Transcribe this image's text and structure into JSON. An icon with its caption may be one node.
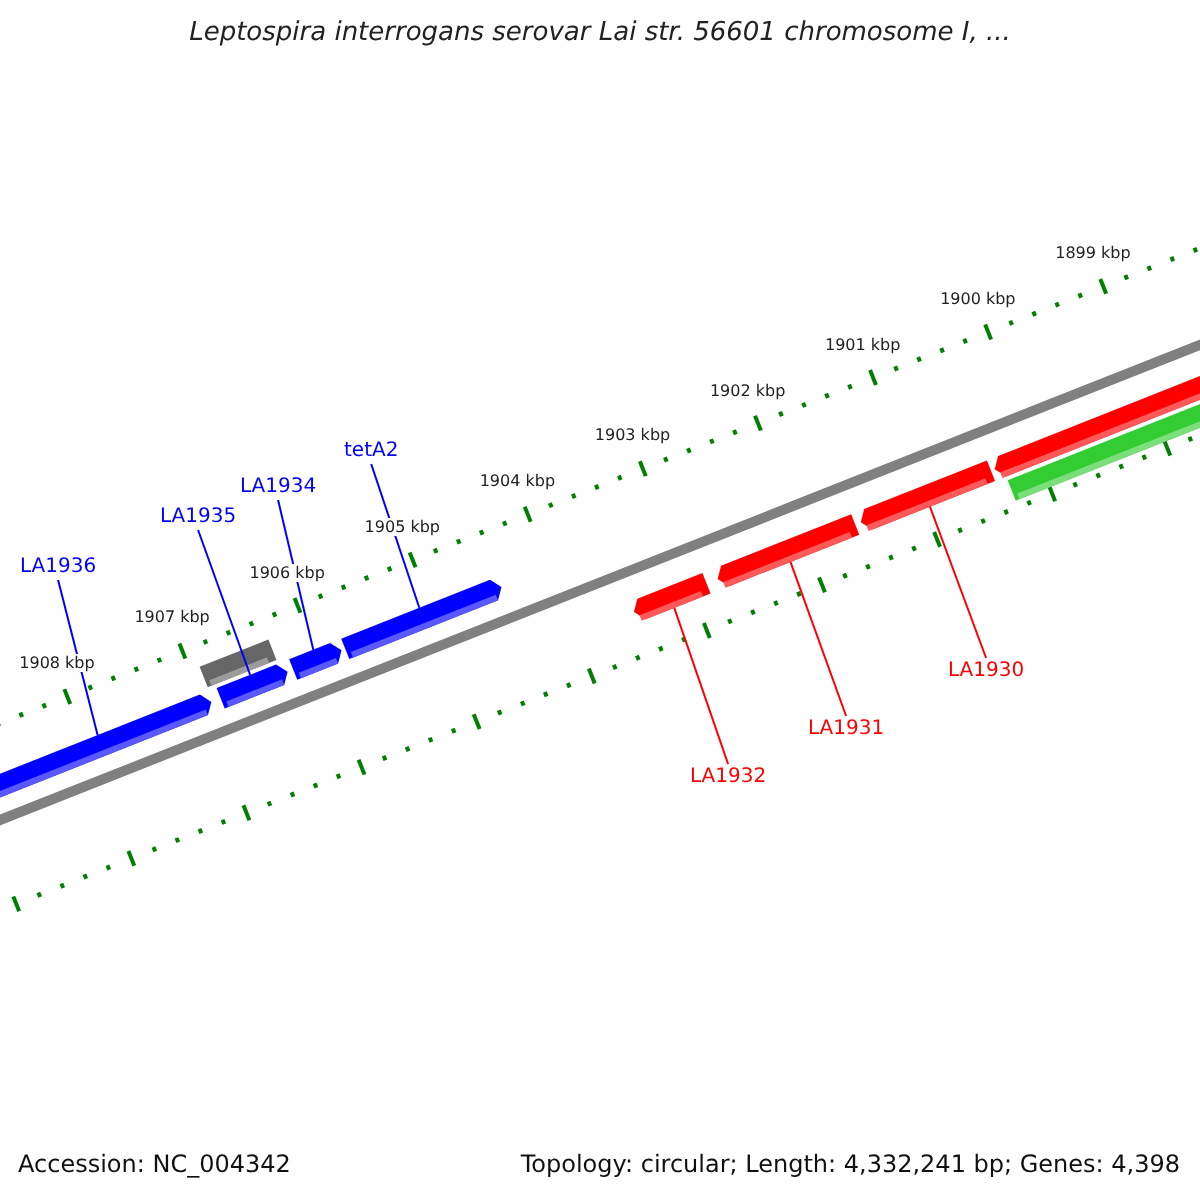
{
  "diagram": {
    "title": "Leptospira interrogans serovar Lai str. 56601 chromosome I, ...",
    "nodes": [
      {
        "text": [
          "LA1936"
        ]
      },
      {
        "text": [
          "LA1935"
        ]
      },
      {
        "text": [
          "LA1934"
        ]
      },
      {
        "text": [
          "tetA2"
        ]
      },
      {
        "text": [
          "LA1932"
        ]
      },
      {
        "text": [
          "LA1931"
        ]
      },
      {
        "text": [
          "LA1930"
        ]
      },
      {
        "text": [],
        "shape": "bar"
      },
      {
        "text": [],
        "shape": "bar"
      },
      {
        "text": [],
        "shape": "bar"
      },
      {
        "text": [],
        "shape": "bar"
      },
      {
        "text": [],
        "shape": "bar"
      },
      {
        "text": [],
        "shape": "bar"
      },
      {
        "text": [],
        "shape": "bar"
      },
      {
        "text": [],
        "shape": "bar"
      },
      {
        "text": [],
        "shape": "bar"
      },
      {
        "text": [],
        "shape": "bar"
      }
    ],
    "edges": [
      {
        "from": 0,
        "to": 7,
        "arrow": "none"
      },
      {
        "from": 1,
        "to": 9,
        "arrow": "none"
      },
      {
        "from": 2,
        "to": 10,
        "arrow": "none"
      },
      {
        "from": 3,
        "to": 11,
        "arrow": "none"
      },
      {
        "from": 4,
        "to": 12,
        "arrow": "none",
        "color": "#ff0000"
      },
      {
        "from": 5,
        "to": 13,
        "arrow": "none",
        "color": "#ff0000"
      },
      {
        "from": 6,
        "to": 14,
        "arrow": "none",
        "color": "#ff0000"
      }
    ],
    "labels": [
      "1899 kbp",
      "1900 kbp",
      "1901 kbp",
      "1902 kbp",
      "1903 kbp",
      "1904 kbp",
      "1905 kbp",
      "1906 kbp",
      "1907 kbp",
      "1908 kbp",
      "Accession: NC_004342",
      "Topology: circular; Length: 4,332,241 bp; Genes: 4,398"
    ]
  }
}
